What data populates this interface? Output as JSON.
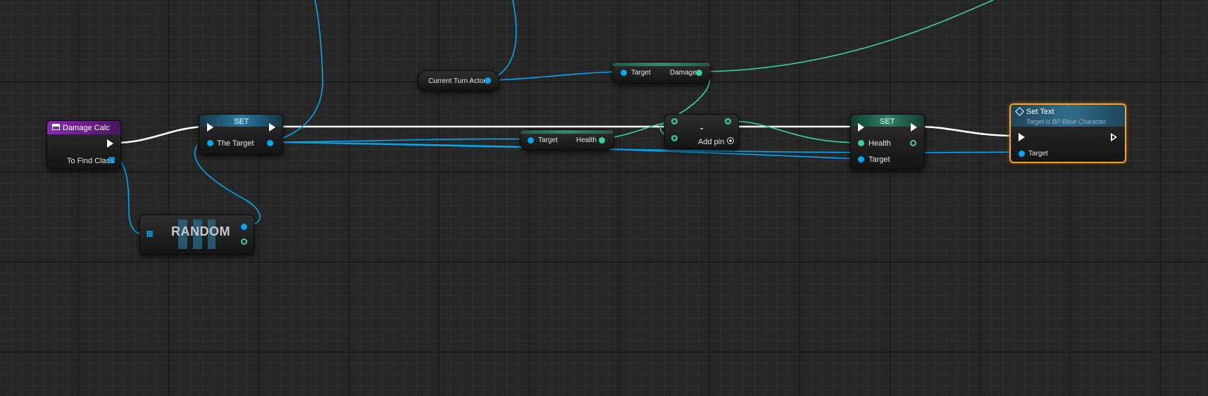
{
  "colors": {
    "exec_wire": "#ffffff",
    "object_pin": "#00a8f0",
    "float_pin": "#3ad19a",
    "event_header": "#7a1ea0",
    "set_header": "#1f5a7a",
    "var_header": "#1f6a55",
    "selected_outline": "#f3a52a"
  },
  "nodes": {
    "damage_calc": {
      "title": "Damage Calc",
      "pin_label": "To Find Class"
    },
    "set_target": {
      "title": "SET",
      "pin_label": "The Target"
    },
    "random": {
      "title": "RANDOM"
    },
    "current_turn_actor": {
      "label": "Current Turn Actor"
    },
    "get_damage": {
      "target_label": "Target",
      "value_label": "Damage"
    },
    "get_health": {
      "target_label": "Target",
      "value_label": "Health"
    },
    "subtract": {
      "op": "-",
      "add_pin": "Add pin"
    },
    "set_health": {
      "title": "SET",
      "value_label": "Health",
      "target_label": "Target"
    },
    "set_text": {
      "title": "Set Text",
      "subtitle": "Target is BP Base Character",
      "target_label": "Target"
    }
  }
}
